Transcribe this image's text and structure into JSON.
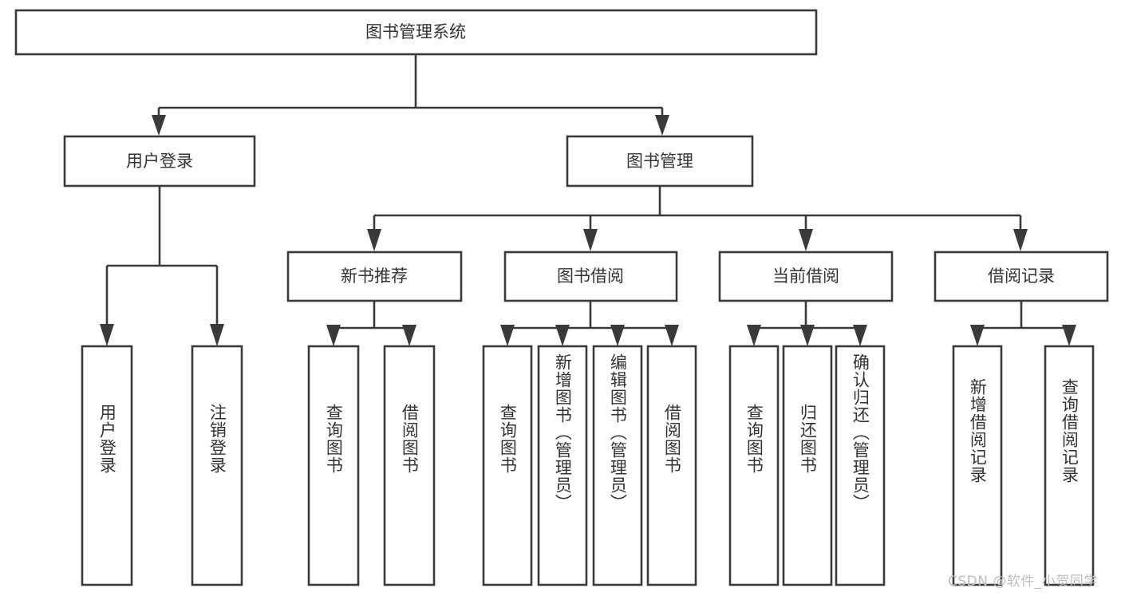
{
  "diagram": {
    "title": "图书管理系统",
    "watermark": "CSDN @软件_小贺同学",
    "colors": {
      "stroke": "#3a3a3a",
      "text": "#333333",
      "background": "#ffffff",
      "watermark": "#bdbdbd"
    },
    "root": {
      "label": "图书管理系统"
    },
    "level2": [
      {
        "label": "用户登录"
      },
      {
        "label": "图书管理"
      }
    ],
    "level3": [
      {
        "label": "新书推荐"
      },
      {
        "label": "图书借阅"
      },
      {
        "label": "当前借阅"
      },
      {
        "label": "借阅记录"
      }
    ],
    "leaves": {
      "user_login": [
        {
          "label": "用户登录"
        },
        {
          "label": "注销登录"
        }
      ],
      "new_book_recommend": [
        {
          "label": "查询图书"
        },
        {
          "label": "借阅图书"
        }
      ],
      "book_borrow": [
        {
          "label": "查询图书"
        },
        {
          "label": "新增图书（管理员）"
        },
        {
          "label": "编辑图书（管理员）"
        },
        {
          "label": "借阅图书"
        }
      ],
      "current_borrow": [
        {
          "label": "查询图书"
        },
        {
          "label": "归还图书"
        },
        {
          "label": "确认归还（管理员）"
        }
      ],
      "borrow_record": [
        {
          "label": "新增借阅记录"
        },
        {
          "label": "查询借阅记录"
        }
      ]
    }
  }
}
